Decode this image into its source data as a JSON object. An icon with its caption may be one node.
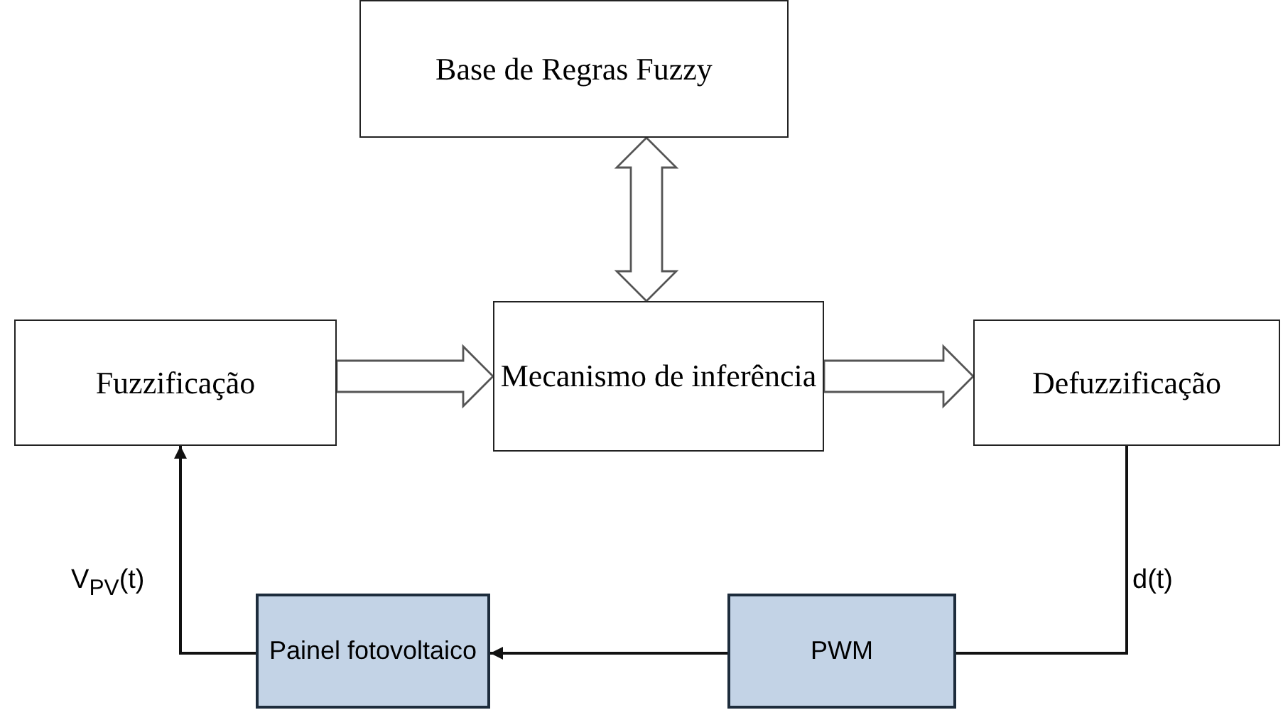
{
  "diagram": {
    "nodes": [
      {
        "text": [
          "Base de Regras Fuzzy"
        ]
      },
      {
        "text": [
          "Fuzzificação"
        ]
      },
      {
        "text": [
          "Mecanismo de inferência"
        ]
      },
      {
        "text": [
          "Defuzzificação"
        ]
      },
      {
        "text": [
          "Painel fotovoltaico"
        ]
      },
      {
        "text": [
          "PWM"
        ]
      }
    ],
    "edges": [
      {
        "from": 0,
        "to": 2,
        "arrow": "both",
        "style": "thick"
      },
      {
        "from": 1,
        "to": 2,
        "arrow": "to",
        "style": "thick"
      },
      {
        "from": 2,
        "to": 3,
        "arrow": "to",
        "style": "thick"
      },
      {
        "from": 3,
        "to": 5,
        "arrow": "none",
        "label": "d(t)"
      },
      {
        "from": 5,
        "to": 4,
        "arrow": "to"
      },
      {
        "from": 4,
        "to": 1,
        "arrow": "to",
        "label": "V$_{PV}$(t)"
      }
    ]
  }
}
